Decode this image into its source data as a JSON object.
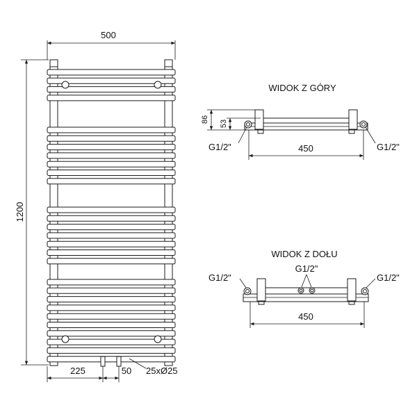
{
  "front_view": {
    "width_label": "500",
    "height_label": "1200",
    "spacing_label": "225",
    "pipe_spacing_label": "50",
    "tube_label": "25xØ25"
  },
  "top_view": {
    "title": "WIDOK Z GÓRY",
    "depth_outer_label": "86",
    "depth_inner_label": "53",
    "left_connection": "G1/2\"",
    "right_connection": "G1/2\"",
    "width_label": "450"
  },
  "bottom_view": {
    "title": "WIDOK Z DOŁU",
    "left_connection": "G1/2\"",
    "right_connection": "G1/2\"",
    "center_connection": "G1/2\"",
    "width_label": "450"
  }
}
